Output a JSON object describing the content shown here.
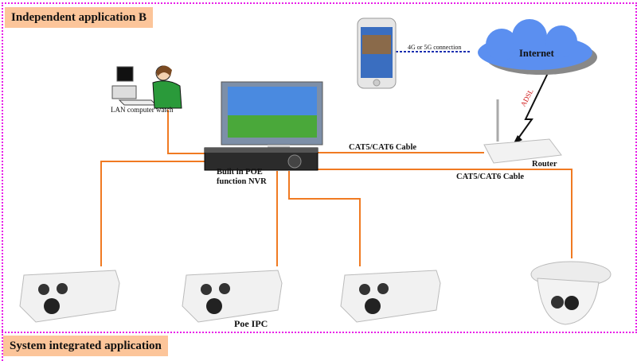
{
  "sections": {
    "top_title": "Independent application B",
    "bottom_title": "System integrated application"
  },
  "labels": {
    "lan_computer": "LAN computer watch",
    "connection_4g": "4G or 5G connection",
    "internet": "Internet",
    "adsl": "ADSL",
    "nvr": "Built in POE function NVR",
    "nvr_line1": "Built in POE",
    "nvr_line2": "function NVR",
    "cable_router": "CAT5/CAT6 Cable",
    "cable_dome": "CAT5/CAT6 Cable",
    "router": "Router",
    "poe_ipc": "Poe IPC"
  },
  "colors": {
    "cable": "#f07a22",
    "frame": "#e81ee8",
    "banner": "#fcc59a",
    "cloud": "#5b8ff0",
    "wireless": "#1a2fb0",
    "adsl": "#d01818"
  }
}
